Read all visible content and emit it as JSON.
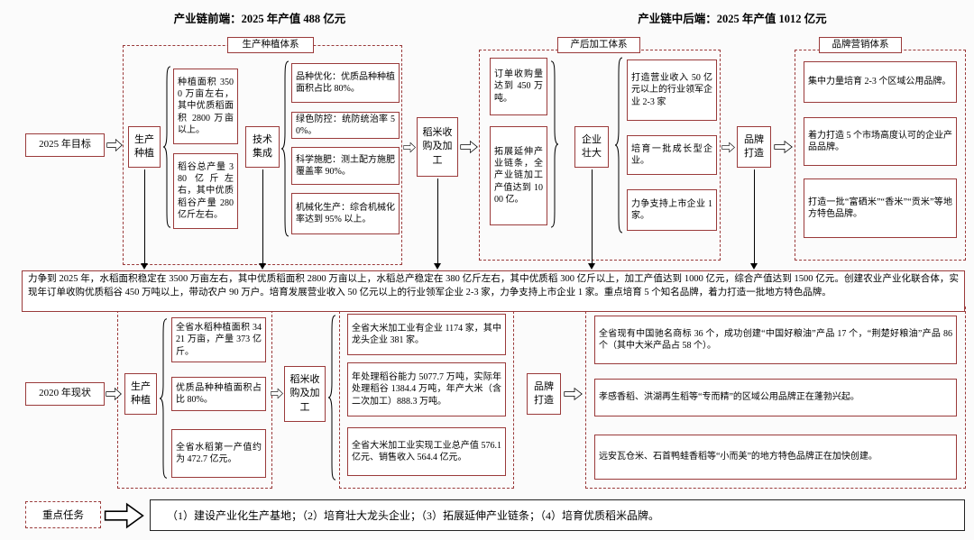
{
  "header": {
    "front_label": "产业链前端：2025 年产值 488 亿元",
    "rear_label": "产业链中后端：2025 年产值 1012 亿元"
  },
  "goal2025": {
    "start": "2025 年目标",
    "sys1_title": "生产种植体系",
    "prod": "生产种植",
    "prod_items": [
      "种植面积 3500 万亩左右，其中优质稻面积 2800 万亩以上。",
      "稻谷总产量 380 亿斤左右，其中优质稻谷产量 280 亿斤左右。"
    ],
    "tech": "技术集成",
    "tech_items": [
      "品种优化：优质品种种植面积占比 80%。",
      "绿色防控：统防统治率 50%。",
      "科学施肥：测土配方施肥覆盖率 90%。",
      "机械化生产：综合机械化率达到 95% 以上。"
    ],
    "rice": "稻米收购及加工",
    "sys2_title": "产后加工体系",
    "order_items": [
      "订单收购量达到 450 万吨。",
      "拓展延伸产业链条，全产业链加工产值达到 1000 亿。"
    ],
    "ent": "企业壮大",
    "ent_items": [
      "打造营业收入 50 亿元以上的行业领军企业 2-3 家",
      "培育一批成长型企业。",
      "力争支持上市企业 1 家。"
    ],
    "brand": "品牌打造",
    "sys3_title": "品牌营销体系",
    "brand_items": [
      "集中力量培育 2-3 个区域公用品牌。",
      "着力打造 5 个市场高度认可的企业产品品牌。",
      "打造一批“富硒米”“香米”“贡米”等地方特色品牌。"
    ]
  },
  "summary": "力争到 2025 年，水稻面积稳定在 3500 万亩左右，其中优质稻面积 2800 万亩以上，水稻总产稳定在 380 亿斤左右，其中优质稻 300 亿斤以上，加工产值达到 1000 亿元，综合产值达到 1500 亿元。创建农业产业化联合体，实现年订单收购优质稻谷 450 万吨以上，带动农户 90 万户。培育发展营业收入 50 亿元以上的行业领军企业 2-3 家，力争支持上市企业 1 家。重点培育 5 个知名品牌，着力打造一批地方特色品牌。",
  "status2020": {
    "start": "2020 年现状",
    "prod": "生产种植",
    "prod_items": [
      "全省水稻种植面积 3421 万亩，产量 373 亿斤。",
      "优质品种种植面积占比 80%。",
      "全省水稻第一产值约为 472.7 亿元。"
    ],
    "rice": "稻米收购及加工",
    "rice_items": [
      "全省大米加工业有企业 1174 家，其中龙头企业 381 家。",
      "年处理稻谷能力 5077.7 万吨，实际年处理稻谷 1384.4 万吨，年产大米（含二次加工）888.3 万吨。",
      "全省大米加工业实现工业总产值 576.1 亿元、销售收入 564.4 亿元。"
    ],
    "brand": "品牌打造",
    "brand_items": [
      "全省现有中国驰名商标 36 个，成功创建“中国好粮油”产品 17 个，“荆楚好粮油”产品 86 个（其中大米产品占 58 个）。",
      "孝感香稻、洪湖再生稻等“专而精”的区域公用品牌正在蓬勃兴起。",
      "远安瓦仓米、石首鸭蛙香稻等“小而美”的地方特色品牌正在加快创建。"
    ]
  },
  "tasks": {
    "label": "重点任务",
    "content": "（1）建设产业化生产基地；（2）培育壮大龙头企业；（3）拓展延伸产业链条；（4）培育优质稻米品牌。"
  }
}
